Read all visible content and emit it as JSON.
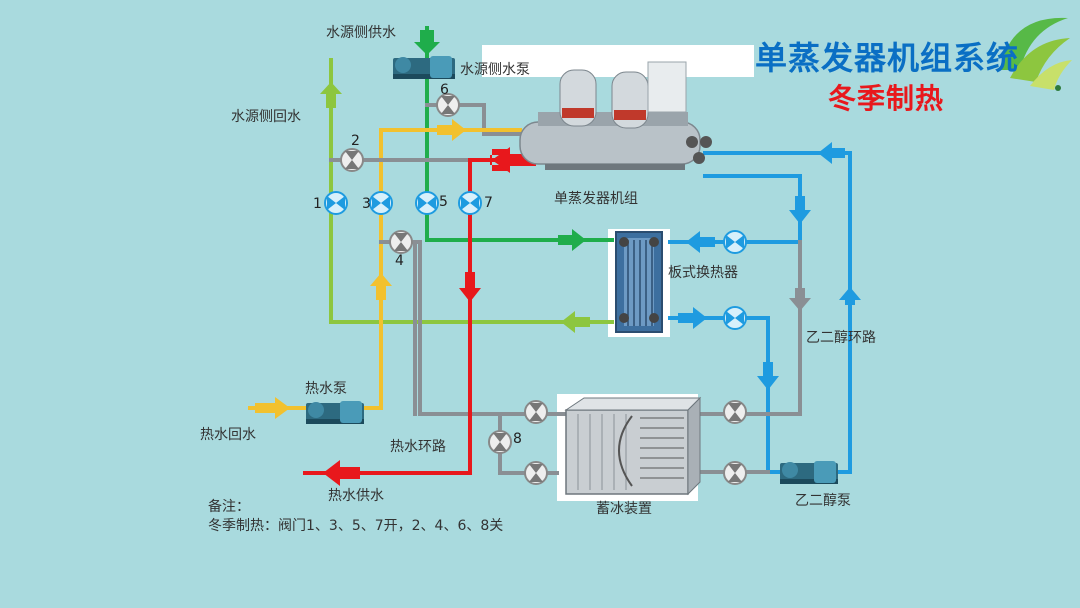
{
  "title": "单蒸发器机组系统",
  "subtitle": "冬季制热",
  "labels": {
    "source_supply": "水源侧供水",
    "source_pump": "水源侧水泵",
    "source_return": "水源侧回水",
    "chiller_unit": "单蒸发器机组",
    "plate_exchanger": "板式换热器",
    "glycol_loop": "乙二醇环路",
    "hot_water_pump": "热水泵",
    "hot_water_return": "热水回水",
    "hot_water_loop": "热水环路",
    "hot_water_supply": "热水供水",
    "ice_storage": "蓄冰装置",
    "glycol_pump": "乙二醇泵"
  },
  "valve_numbers": {
    "v1": "1",
    "v2": "2",
    "v3": "3",
    "v4": "4",
    "v5": "5",
    "v6": "6",
    "v7": "7",
    "v8": "8"
  },
  "note": {
    "heading": "备注：",
    "text": "冬季制热：阀门1、3、5、7开，2、4、6、8关"
  },
  "colors": {
    "green": "#1fad4b",
    "light_green": "#8dc63f",
    "yellow": "#f2c12e",
    "red": "#e8181c",
    "blue": "#1e9be0",
    "gray": "#8a8f94",
    "title_blue": "#0a6fc4"
  }
}
